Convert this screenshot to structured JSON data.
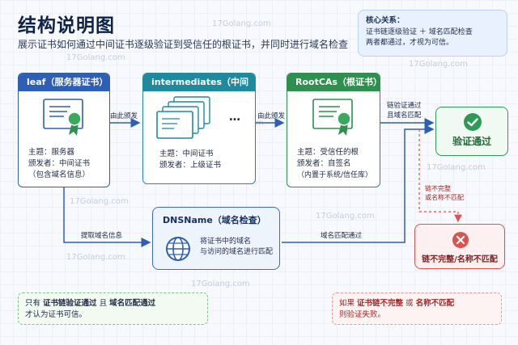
{
  "title": "结构说明图",
  "subtitle": "展示证书如何通过中间证书逐级验证到受信任的根证书，并同时进行域名检查",
  "core": {
    "heading": "核心关系：",
    "line1": "证书链逐级验证 ＋ 域名匹配检查",
    "line2": "两者都通过，才视为可信。"
  },
  "leaf": {
    "header": "leaf（服务器证书）",
    "subject": "主题：服务器",
    "issuer": "颁发者：中间证书",
    "extra": "（包含域名信息）"
  },
  "intermediates": {
    "header": "intermediates（中间证书）",
    "dots": "…",
    "subject": "主题：中间证书",
    "issuer": "颁发者：上级证书"
  },
  "root": {
    "header": "RootCAs（根证书）",
    "subject": "主题：受信任的根",
    "issuer": "颁发者：自签名",
    "extra": "（内置于系统/信任库）"
  },
  "dns": {
    "header": "DNSName（域名检查）",
    "line1": "将证书中的域名",
    "line2": "与访问的域名进行匹配"
  },
  "edges": {
    "issued_by_1": "由此颁发",
    "issued_by_2": "由此颁发",
    "extract_domain": "提取域名信息",
    "domain_match": "域名匹配通过",
    "chain_ok_1": "链验证通过",
    "chain_ok_2": "且域名匹配",
    "fail_1": "链不完整",
    "fail_2": "或名称不匹配"
  },
  "result_ok": "验证通过",
  "result_fail": "链不完整/名称不匹配",
  "note_ok": {
    "p1": "只有",
    "b1": "证书链验证通过",
    "p2": "且",
    "b2": "域名匹配通过",
    "line2": "才认为证书可信。"
  },
  "note_fail": {
    "p1": "如果",
    "b1": "证书链不完整",
    "p2": "或",
    "b2": "名称不匹配",
    "line2": "则验证失败。"
  },
  "watermark": "17Golang.com",
  "colors": {
    "leaf": "#2f5fb3",
    "intermediates": "#1f8a9e",
    "root": "#2f8f4e",
    "ok": "#2f9a55",
    "fail": "#d9534f"
  }
}
